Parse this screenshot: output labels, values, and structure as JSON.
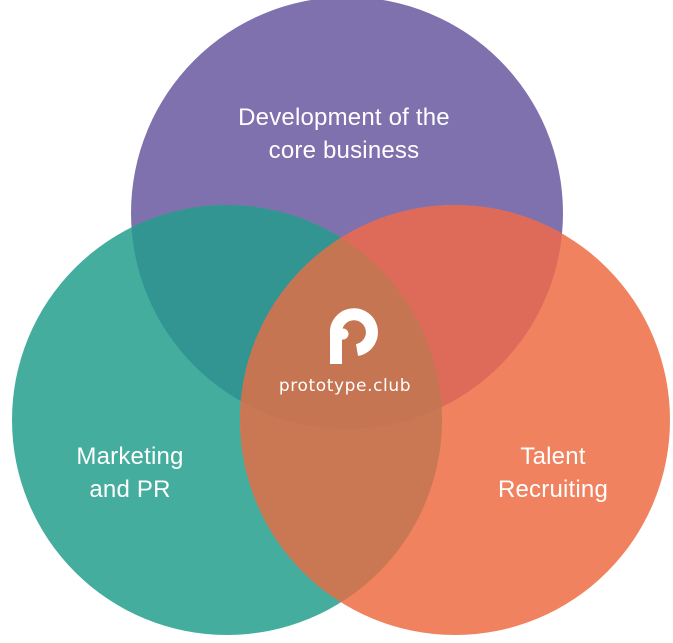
{
  "diagram": {
    "circles": [
      {
        "id": "core",
        "lines": [
          "Development of the",
          "core business"
        ],
        "color": "#7f71ae"
      },
      {
        "id": "marketing",
        "lines": [
          "Marketing",
          "and PR"
        ],
        "color": "#45ad9d"
      },
      {
        "id": "talent",
        "lines": [
          "Talent",
          "Recruiting"
        ],
        "color": "#f0825f"
      }
    ],
    "overlaps": {
      "core_marketing": "#339592",
      "core_talent": "#de6a59",
      "marketing_talent": "#ca7754",
      "center": "#c67553"
    }
  },
  "brand": {
    "name": "prototype.club",
    "logo_icon": "prototype-club-logo-icon"
  }
}
